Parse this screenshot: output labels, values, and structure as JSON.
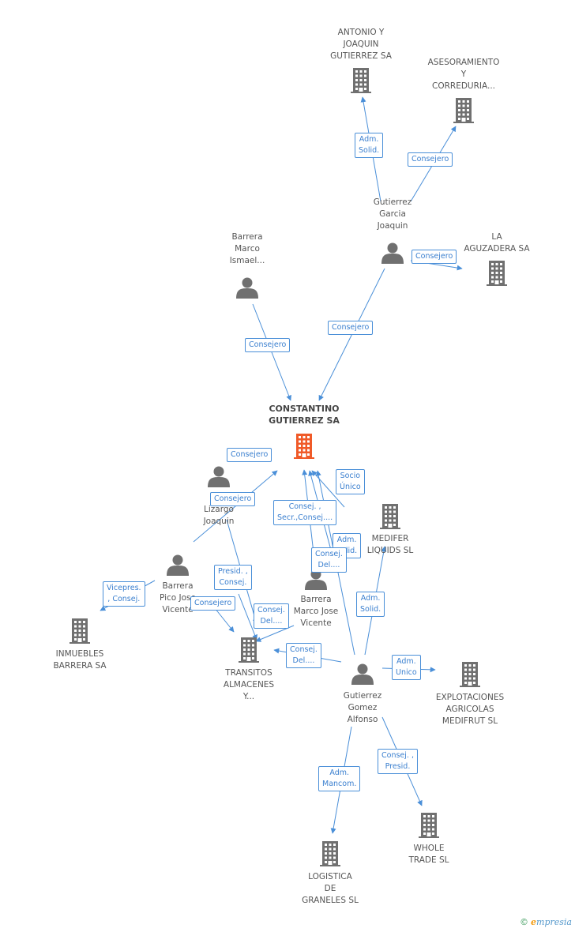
{
  "colors": {
    "edge": "#4a8fd8",
    "node_default": "#707070",
    "node_highlight": "#f05a28"
  },
  "nodes": [
    {
      "id": "constantino",
      "type": "company",
      "label": "CONSTANTINO\nGUTIERREZ SA",
      "highlight": true
    },
    {
      "id": "antonio",
      "type": "company",
      "label": "ANTONIO Y\nJOAQUIN\nGUTIERREZ SA"
    },
    {
      "id": "asesoramiento",
      "type": "company",
      "label": "ASESORAMIENTO\nY\nCORREDURIA..."
    },
    {
      "id": "aguzadera",
      "type": "company",
      "label": "LA\nAGUZADERA SA"
    },
    {
      "id": "gutierrez_joaquin",
      "type": "person",
      "label": "Gutierrez\nGarcia\nJoaquin"
    },
    {
      "id": "barrera_ismael",
      "type": "person",
      "label": "Barrera\nMarco\nIsmael..."
    },
    {
      "id": "lizargo",
      "type": "person",
      "label": "G...\nLizargo\nJoaquin"
    },
    {
      "id": "pico",
      "type": "person",
      "label": "Barrera\nPico Jose\nVicente"
    },
    {
      "id": "marco_vicente",
      "type": "person",
      "label": "Barrera\nMarco Jose\nVicente"
    },
    {
      "id": "medifer",
      "type": "company",
      "label": "MEDIFER\nLIQUIDS SL"
    },
    {
      "id": "inmuebles",
      "type": "company",
      "label": "INMUEBLES\nBARRERA SA"
    },
    {
      "id": "transitos",
      "type": "company",
      "label": "TRANSITOS\nALMACENES\nY..."
    },
    {
      "id": "gutierrez_alfonso",
      "type": "person",
      "label": "Gutierrez\nGomez\nAlfonso"
    },
    {
      "id": "explotaciones",
      "type": "company",
      "label": "EXPLOTACIONES\nAGRICOLAS\nMEDIFRUT SL"
    },
    {
      "id": "whole",
      "type": "company",
      "label": "WHOLE\nTRADE SL"
    },
    {
      "id": "logistica",
      "type": "company",
      "label": "LOGISTICA\nDE\nGRANELES SL"
    }
  ],
  "edges": [
    {
      "from": "gutierrez_joaquin",
      "to": "antonio",
      "label": "Adm.\nSolid."
    },
    {
      "from": "gutierrez_joaquin",
      "to": "asesoramiento",
      "label": "Consejero"
    },
    {
      "from": "gutierrez_joaquin",
      "to": "aguzadera",
      "label": "Consejero"
    },
    {
      "from": "gutierrez_joaquin",
      "to": "constantino",
      "label": "Consejero"
    },
    {
      "from": "barrera_ismael",
      "to": "constantino",
      "label": "Consejero"
    },
    {
      "from": "pico",
      "to": "constantino",
      "label": "Consejero"
    },
    {
      "from": "lizargo",
      "to": "transitos",
      "label": "Consejero"
    },
    {
      "from": "pico",
      "to": "inmuebles",
      "label": "Vicepres.\n, Consej."
    },
    {
      "from": "lizargo",
      "to": "transitos",
      "label": "Presid. ,\nConsej."
    },
    {
      "from": "pico",
      "to": "transitos",
      "label": "Consejero"
    },
    {
      "from": "marco_vicente",
      "to": "constantino",
      "label": "Consej. ,\nSecr.,Consej...."
    },
    {
      "from": "marco_vicente",
      "to": "transitos",
      "label": "Consej.\nDel...."
    },
    {
      "from": "gutierrez_alfonso",
      "to": "constantino",
      "label": "Socio\nÚnico"
    },
    {
      "from": "gutierrez_alfonso",
      "to": "constantino",
      "label": "Adm.\nSolid."
    },
    {
      "from": "gutierrez_alfonso",
      "to": "constantino",
      "label": "Consej.\nDel...."
    },
    {
      "from": "gutierrez_alfonso",
      "to": "medifer",
      "label": "Adm.\nSolid."
    },
    {
      "from": "gutierrez_alfonso",
      "to": "transitos",
      "label": "Consej.\nDel...."
    },
    {
      "from": "gutierrez_alfonso",
      "to": "explotaciones",
      "label": "Adm.\nUnico"
    },
    {
      "from": "gutierrez_alfonso",
      "to": "whole",
      "label": "Consej. ,\nPresid."
    },
    {
      "from": "gutierrez_alfonso",
      "to": "logistica",
      "label": "Adm.\nMancom."
    }
  ],
  "footer": {
    "copyright": "©",
    "brand_first": "e",
    "brand_rest": "mpresia"
  }
}
